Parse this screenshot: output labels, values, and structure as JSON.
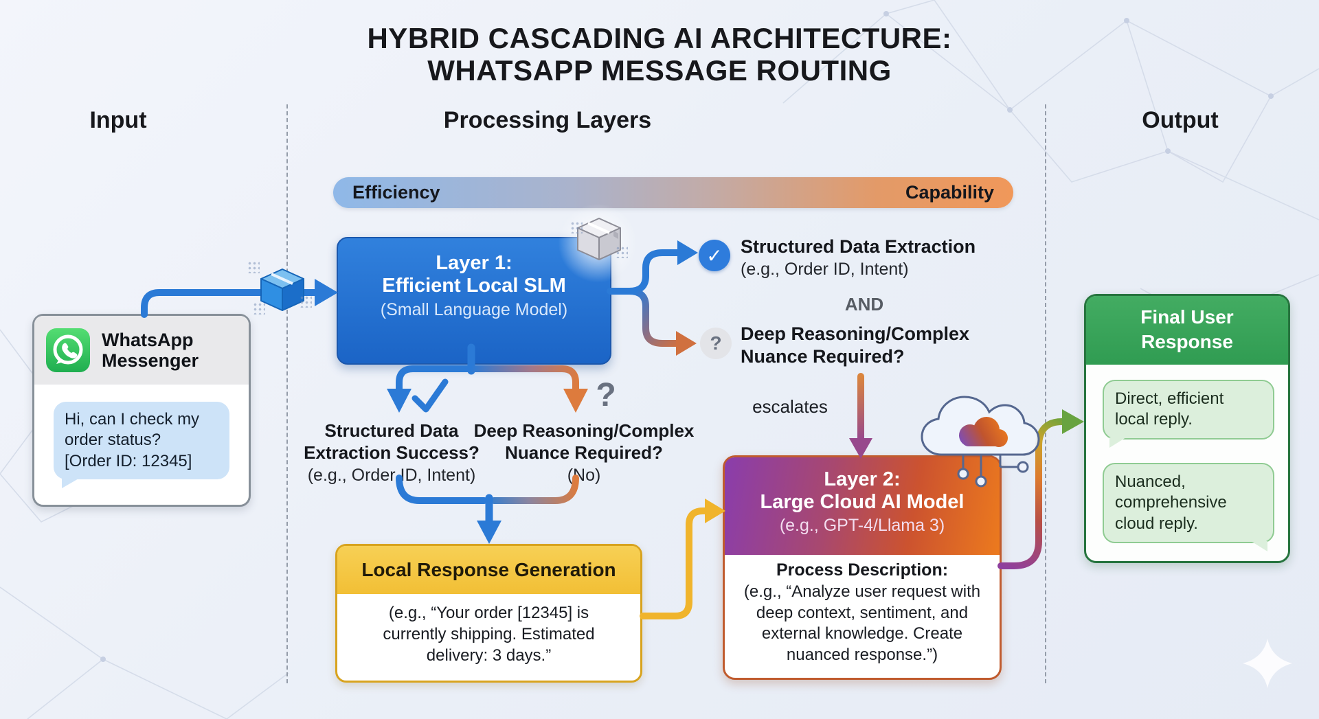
{
  "title": {
    "line1": "HYBRID CASCADING AI ARCHITECTURE:",
    "line2": "WHATSAPP MESSAGE ROUTING"
  },
  "columns": {
    "input": "Input",
    "processing": "Processing Layers",
    "output": "Output"
  },
  "spectrum_bar": {
    "left_label": "Efficiency",
    "right_label": "Capability"
  },
  "whatsapp": {
    "app_name": "WhatsApp\nMessenger",
    "message": "Hi, can I check my\norder status?\n[Order ID: 12345]"
  },
  "layer1": {
    "line1": "Layer 1:",
    "line2": "Efficient Local SLM",
    "line3": "(Small Language Model)"
  },
  "right_branch": {
    "extraction_title": "Structured Data Extraction",
    "extraction_sub": "(e.g., Order ID, Intent)",
    "and_label": "AND",
    "reasoning_title": "Deep Reasoning/Complex\nNuance Required?",
    "escalates_label": "escalates",
    "check_glyph": "✓",
    "question_glyph": "?"
  },
  "below_layer1": {
    "left_title": "Structured Data\nExtraction Success?",
    "left_sub": "(e.g., Order ID, Intent)",
    "right_title": "Deep Reasoning/Complex\nNuance Required?",
    "right_sub": "(No)",
    "check_glyph": "✓",
    "question_glyph": "?"
  },
  "local_box": {
    "title": "Local Response Generation",
    "body": "(e.g., “Your order [12345] is\ncurrently shipping. Estimated\ndelivery: 3 days.”"
  },
  "layer2": {
    "line1": "Layer 2:",
    "line2": "Large Cloud AI Model",
    "line3": "(e.g., GPT-4/Llama 3)",
    "body_title": "Process Description:",
    "body": "(e.g., “Analyze user request with\ndeep context, sentiment, and\nexternal knowledge. Create\nnuanced response.”)"
  },
  "output_box": {
    "title": "Final User\nResponse",
    "bubble_local": "Direct, efficient\nlocal reply.",
    "bubble_cloud": "Nuanced,\ncomprehensive\ncloud reply."
  },
  "icons": {
    "whatsapp_icon": "whatsapp-logo",
    "package_blue_icon": "package-box-blue",
    "package_gray_icon": "package-box-gray",
    "cloud_ai_icon": "cloud-network"
  },
  "colors": {
    "layer1_blue": "#1f6fd2",
    "arrow_blue": "#2b7ad6",
    "arrow_orange": "#dd7b3d",
    "escalate_purple": "#97488c",
    "local_yellow": "#f2bf35",
    "yellow_arrow": "#f0b42c",
    "layer2_purple": "#8a3dac",
    "layer2_orange": "#ec7a1e",
    "final_green": "#3aa55a",
    "bubble_green": "#dcefdc",
    "bubble_blue": "#cde3f8",
    "efficiency_blue": "#8fb8e8",
    "capability_orange": "#f0985a"
  }
}
